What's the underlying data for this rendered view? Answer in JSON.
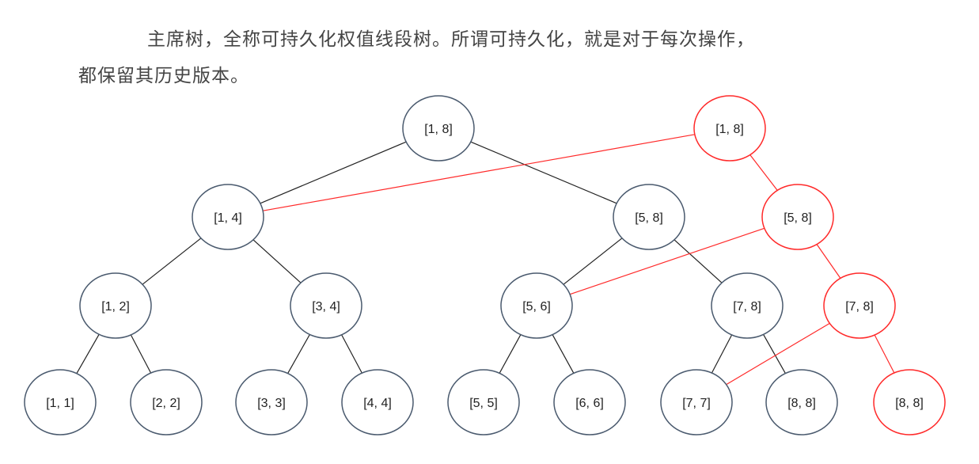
{
  "text": {
    "line1": "主席树，全称可持久化权值线段树。所谓可持久化，就是对于每次操作，",
    "line2": "都保留其历史版本。"
  },
  "colors": {
    "original": "#4a5a6e",
    "new_version": "#ff2a2a",
    "edge": "#222222"
  },
  "nodes": [
    {
      "id": "b18",
      "label": "[1, 8]",
      "version": "original"
    },
    {
      "id": "b14",
      "label": "[1, 4]",
      "version": "original"
    },
    {
      "id": "b58",
      "label": "[5, 8]",
      "version": "original"
    },
    {
      "id": "b12",
      "label": "[1, 2]",
      "version": "original"
    },
    {
      "id": "b34",
      "label": "[3, 4]",
      "version": "original"
    },
    {
      "id": "b56",
      "label": "[5, 6]",
      "version": "original"
    },
    {
      "id": "b78",
      "label": "[7, 8]",
      "version": "original"
    },
    {
      "id": "b11",
      "label": "[1, 1]",
      "version": "original"
    },
    {
      "id": "b22",
      "label": "[2, 2]",
      "version": "original"
    },
    {
      "id": "b33",
      "label": "[3, 3]",
      "version": "original"
    },
    {
      "id": "b44",
      "label": "[4, 4]",
      "version": "original"
    },
    {
      "id": "b55",
      "label": "[5, 5]",
      "version": "original"
    },
    {
      "id": "b66",
      "label": "[6, 6]",
      "version": "original"
    },
    {
      "id": "b77",
      "label": "[7, 7]",
      "version": "original"
    },
    {
      "id": "b88",
      "label": "[8, 8]",
      "version": "original"
    },
    {
      "id": "r18",
      "label": "[1, 8]",
      "version": "new_version"
    },
    {
      "id": "r58",
      "label": "[5, 8]",
      "version": "new_version"
    },
    {
      "id": "r78",
      "label": "[7, 8]",
      "version": "new_version"
    },
    {
      "id": "r88",
      "label": "[8, 8]",
      "version": "new_version"
    }
  ],
  "edges": [
    [
      "b18",
      "b14",
      "original"
    ],
    [
      "b18",
      "b58",
      "original"
    ],
    [
      "b14",
      "b12",
      "original"
    ],
    [
      "b14",
      "b34",
      "original"
    ],
    [
      "b58",
      "b56",
      "original"
    ],
    [
      "b58",
      "b78",
      "original"
    ],
    [
      "b12",
      "b11",
      "original"
    ],
    [
      "b12",
      "b22",
      "original"
    ],
    [
      "b34",
      "b33",
      "original"
    ],
    [
      "b34",
      "b44",
      "original"
    ],
    [
      "b56",
      "b55",
      "original"
    ],
    [
      "b56",
      "b66",
      "original"
    ],
    [
      "b78",
      "b77",
      "original"
    ],
    [
      "b78",
      "b88",
      "original"
    ],
    [
      "r18",
      "b14",
      "new_version"
    ],
    [
      "r18",
      "r58",
      "new_version"
    ],
    [
      "r58",
      "b56",
      "new_version"
    ],
    [
      "r58",
      "r78",
      "new_version"
    ],
    [
      "r78",
      "b77",
      "new_version"
    ],
    [
      "r78",
      "r88",
      "new_version"
    ]
  ]
}
